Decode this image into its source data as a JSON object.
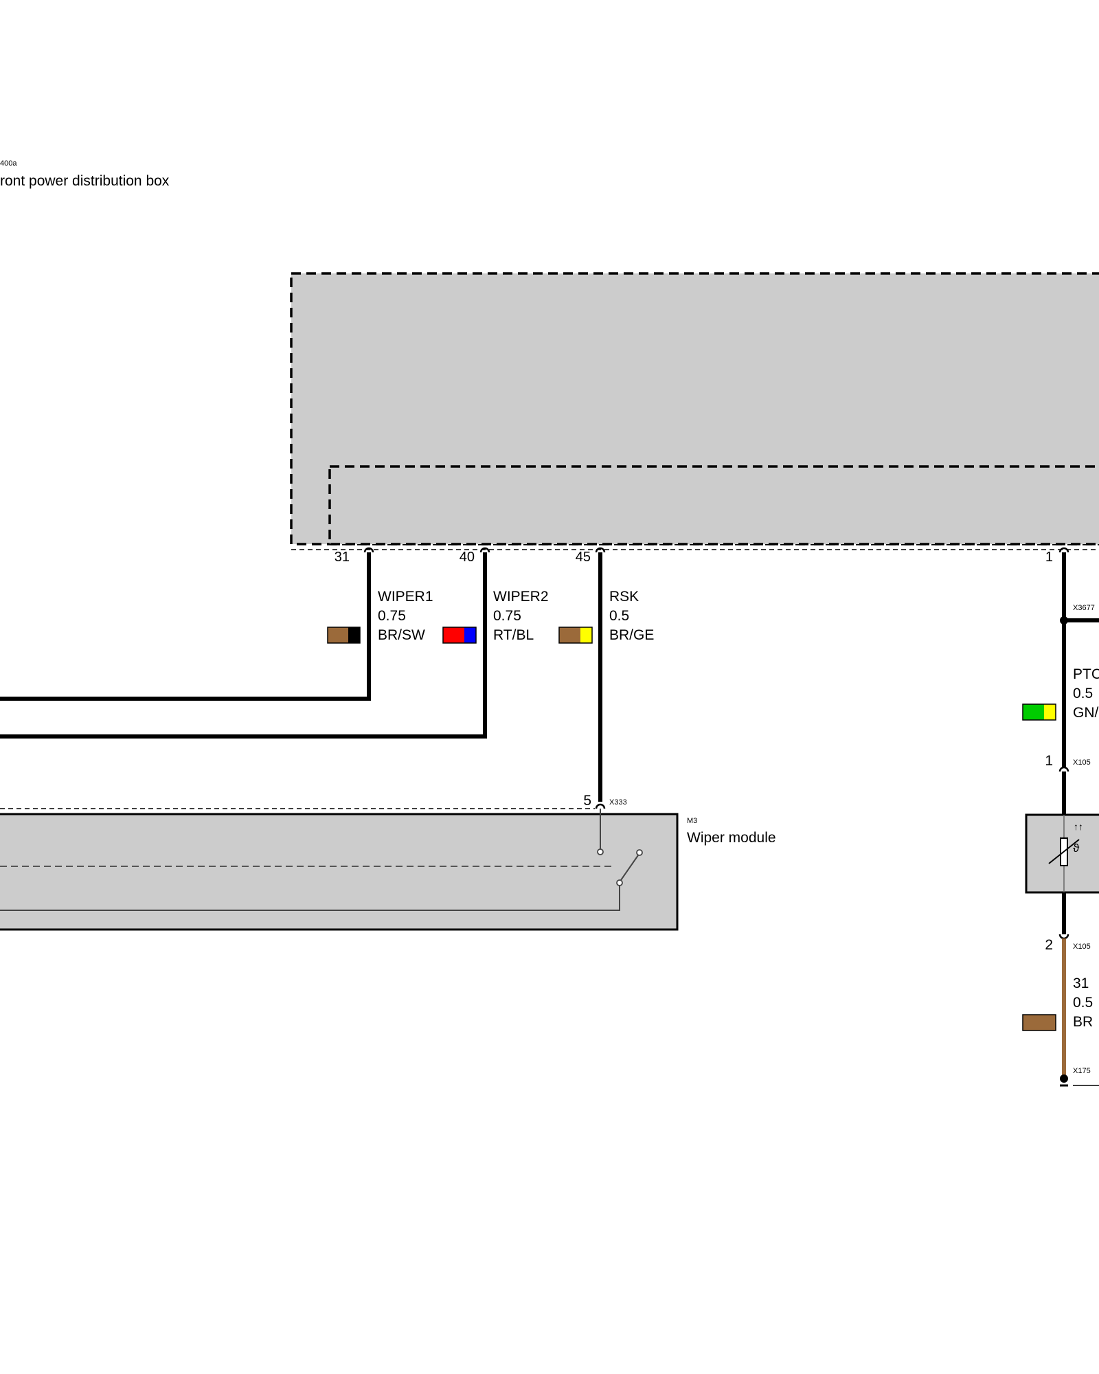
{
  "header": {
    "component_id": "400a",
    "component_name": "ront power distribution box"
  },
  "colors": {
    "BR": "#9b6a3a",
    "SW": "#000000",
    "RT": "#ff0000",
    "BL": "#0000ff",
    "GE": "#ffff00",
    "GN": "#00cc00",
    "box_fill": "#cccccc"
  },
  "pins": {
    "p31": "31",
    "p40": "40",
    "p45": "45",
    "p1": "1"
  },
  "wires": [
    {
      "signal": "WIPER1",
      "gauge": "0.75",
      "color_code": "BR/SW",
      "swatch": [
        "BR",
        "SW"
      ]
    },
    {
      "signal": "WIPER2",
      "gauge": "0.75",
      "color_code": "RT/BL",
      "swatch": [
        "RT",
        "BL"
      ]
    },
    {
      "signal": "RSK",
      "gauge": "0.5",
      "color_code": "BR/GE",
      "swatch": [
        "BR",
        "GE"
      ]
    },
    {
      "signal": "PTC",
      "gauge": "0.5",
      "color_code": "GN/",
      "swatch": [
        "GN",
        "GE"
      ]
    },
    {
      "signal": "31",
      "gauge": "0.5",
      "color_code": "BR",
      "swatch": [
        "BR"
      ]
    }
  ],
  "connectors": {
    "x3677": "X3677",
    "x105_top": "X105",
    "x105_pin1": "1",
    "x105_bottom": "X105",
    "x105_pin2": "2",
    "x175": "X175",
    "x333": "X333",
    "x333_pin": "5"
  },
  "wiper_module": {
    "id": "M3",
    "name": "Wiper module"
  },
  "sensor": {
    "symbol_top": "↑↑",
    "symbol_theta": "ϑ"
  }
}
